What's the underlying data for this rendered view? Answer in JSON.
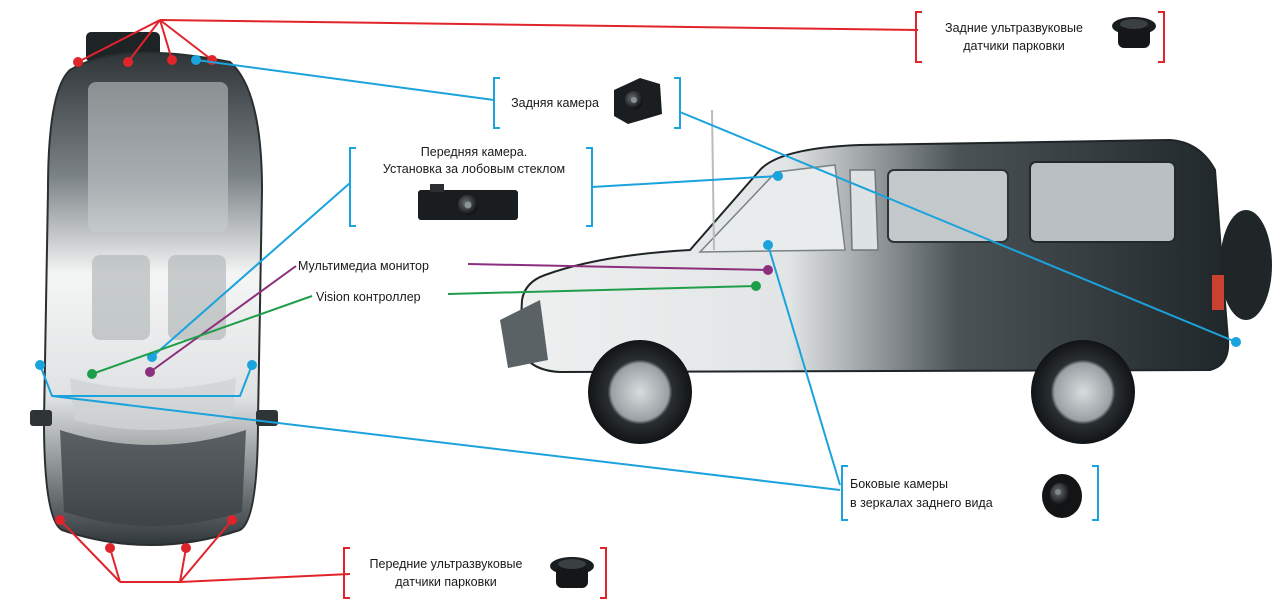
{
  "labels": {
    "rear_sensors": [
      "Задние ультразвуковые",
      "датчики парковки"
    ],
    "rear_camera": "Задняя камера",
    "front_camera": [
      "Передняя камера.",
      "Установка  за лобовым стеклом"
    ],
    "monitor": "Мультимедиа монитор",
    "controller": "Vision контроллер",
    "side_cameras": [
      "Боковые камеры",
      "в зеркалах заднего вида"
    ],
    "front_sensors": [
      "Передние ультразвуковые",
      "датчики парковки"
    ]
  },
  "colors": {
    "sensors": "#e0242c",
    "cameras": "#1aa3dc",
    "monitor": "#8c2f7e",
    "controller": "#1f9e4a",
    "vehicle_body": "#2c3438"
  },
  "icons": [
    "parking-sensor-icon",
    "rear-camera-icon",
    "front-camera-icon",
    "side-camera-icon"
  ]
}
